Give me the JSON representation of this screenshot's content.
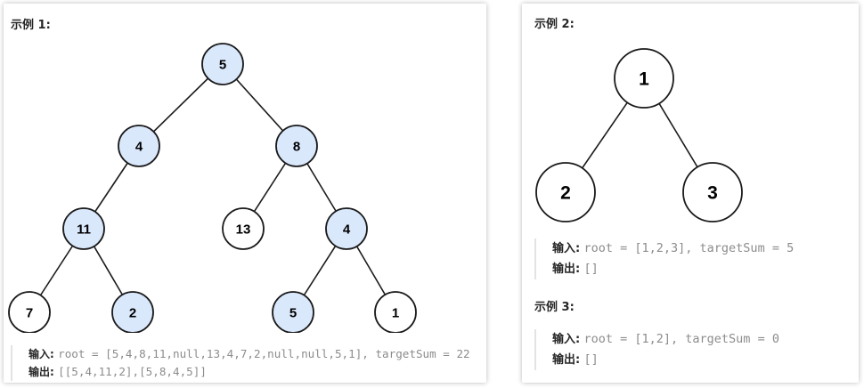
{
  "node_fill_color": "#dae8fc",
  "examples": [
    {
      "title": "示例 1:",
      "input_label": "输入:",
      "input_value": "root = [5,4,8,11,null,13,4,7,2,null,null,5,1], targetSum = 22",
      "output_label": "输出:",
      "output_value": "[[5,4,11,2],[5,8,4,5]]",
      "tree_nodes": [
        {
          "label": "5",
          "highlighted": true
        },
        {
          "label": "4",
          "highlighted": true
        },
        {
          "label": "8",
          "highlighted": true
        },
        {
          "label": "11",
          "highlighted": true
        },
        {
          "label": "13",
          "highlighted": false
        },
        {
          "label": "4",
          "highlighted": true
        },
        {
          "label": "7",
          "highlighted": false
        },
        {
          "label": "2",
          "highlighted": true
        },
        {
          "label": "5",
          "highlighted": true
        },
        {
          "label": "1",
          "highlighted": false
        }
      ]
    },
    {
      "title": "示例 2:",
      "input_label": "输入:",
      "input_value": "root = [1,2,3], targetSum = 5",
      "output_label": "输出:",
      "output_value": "[]",
      "tree_nodes": [
        {
          "label": "1",
          "highlighted": false
        },
        {
          "label": "2",
          "highlighted": false
        },
        {
          "label": "3",
          "highlighted": false
        }
      ]
    },
    {
      "title": "示例 3:",
      "input_label": "输入:",
      "input_value": "root = [1,2], targetSum = 0",
      "output_label": "输出:",
      "output_value": "[]"
    }
  ]
}
